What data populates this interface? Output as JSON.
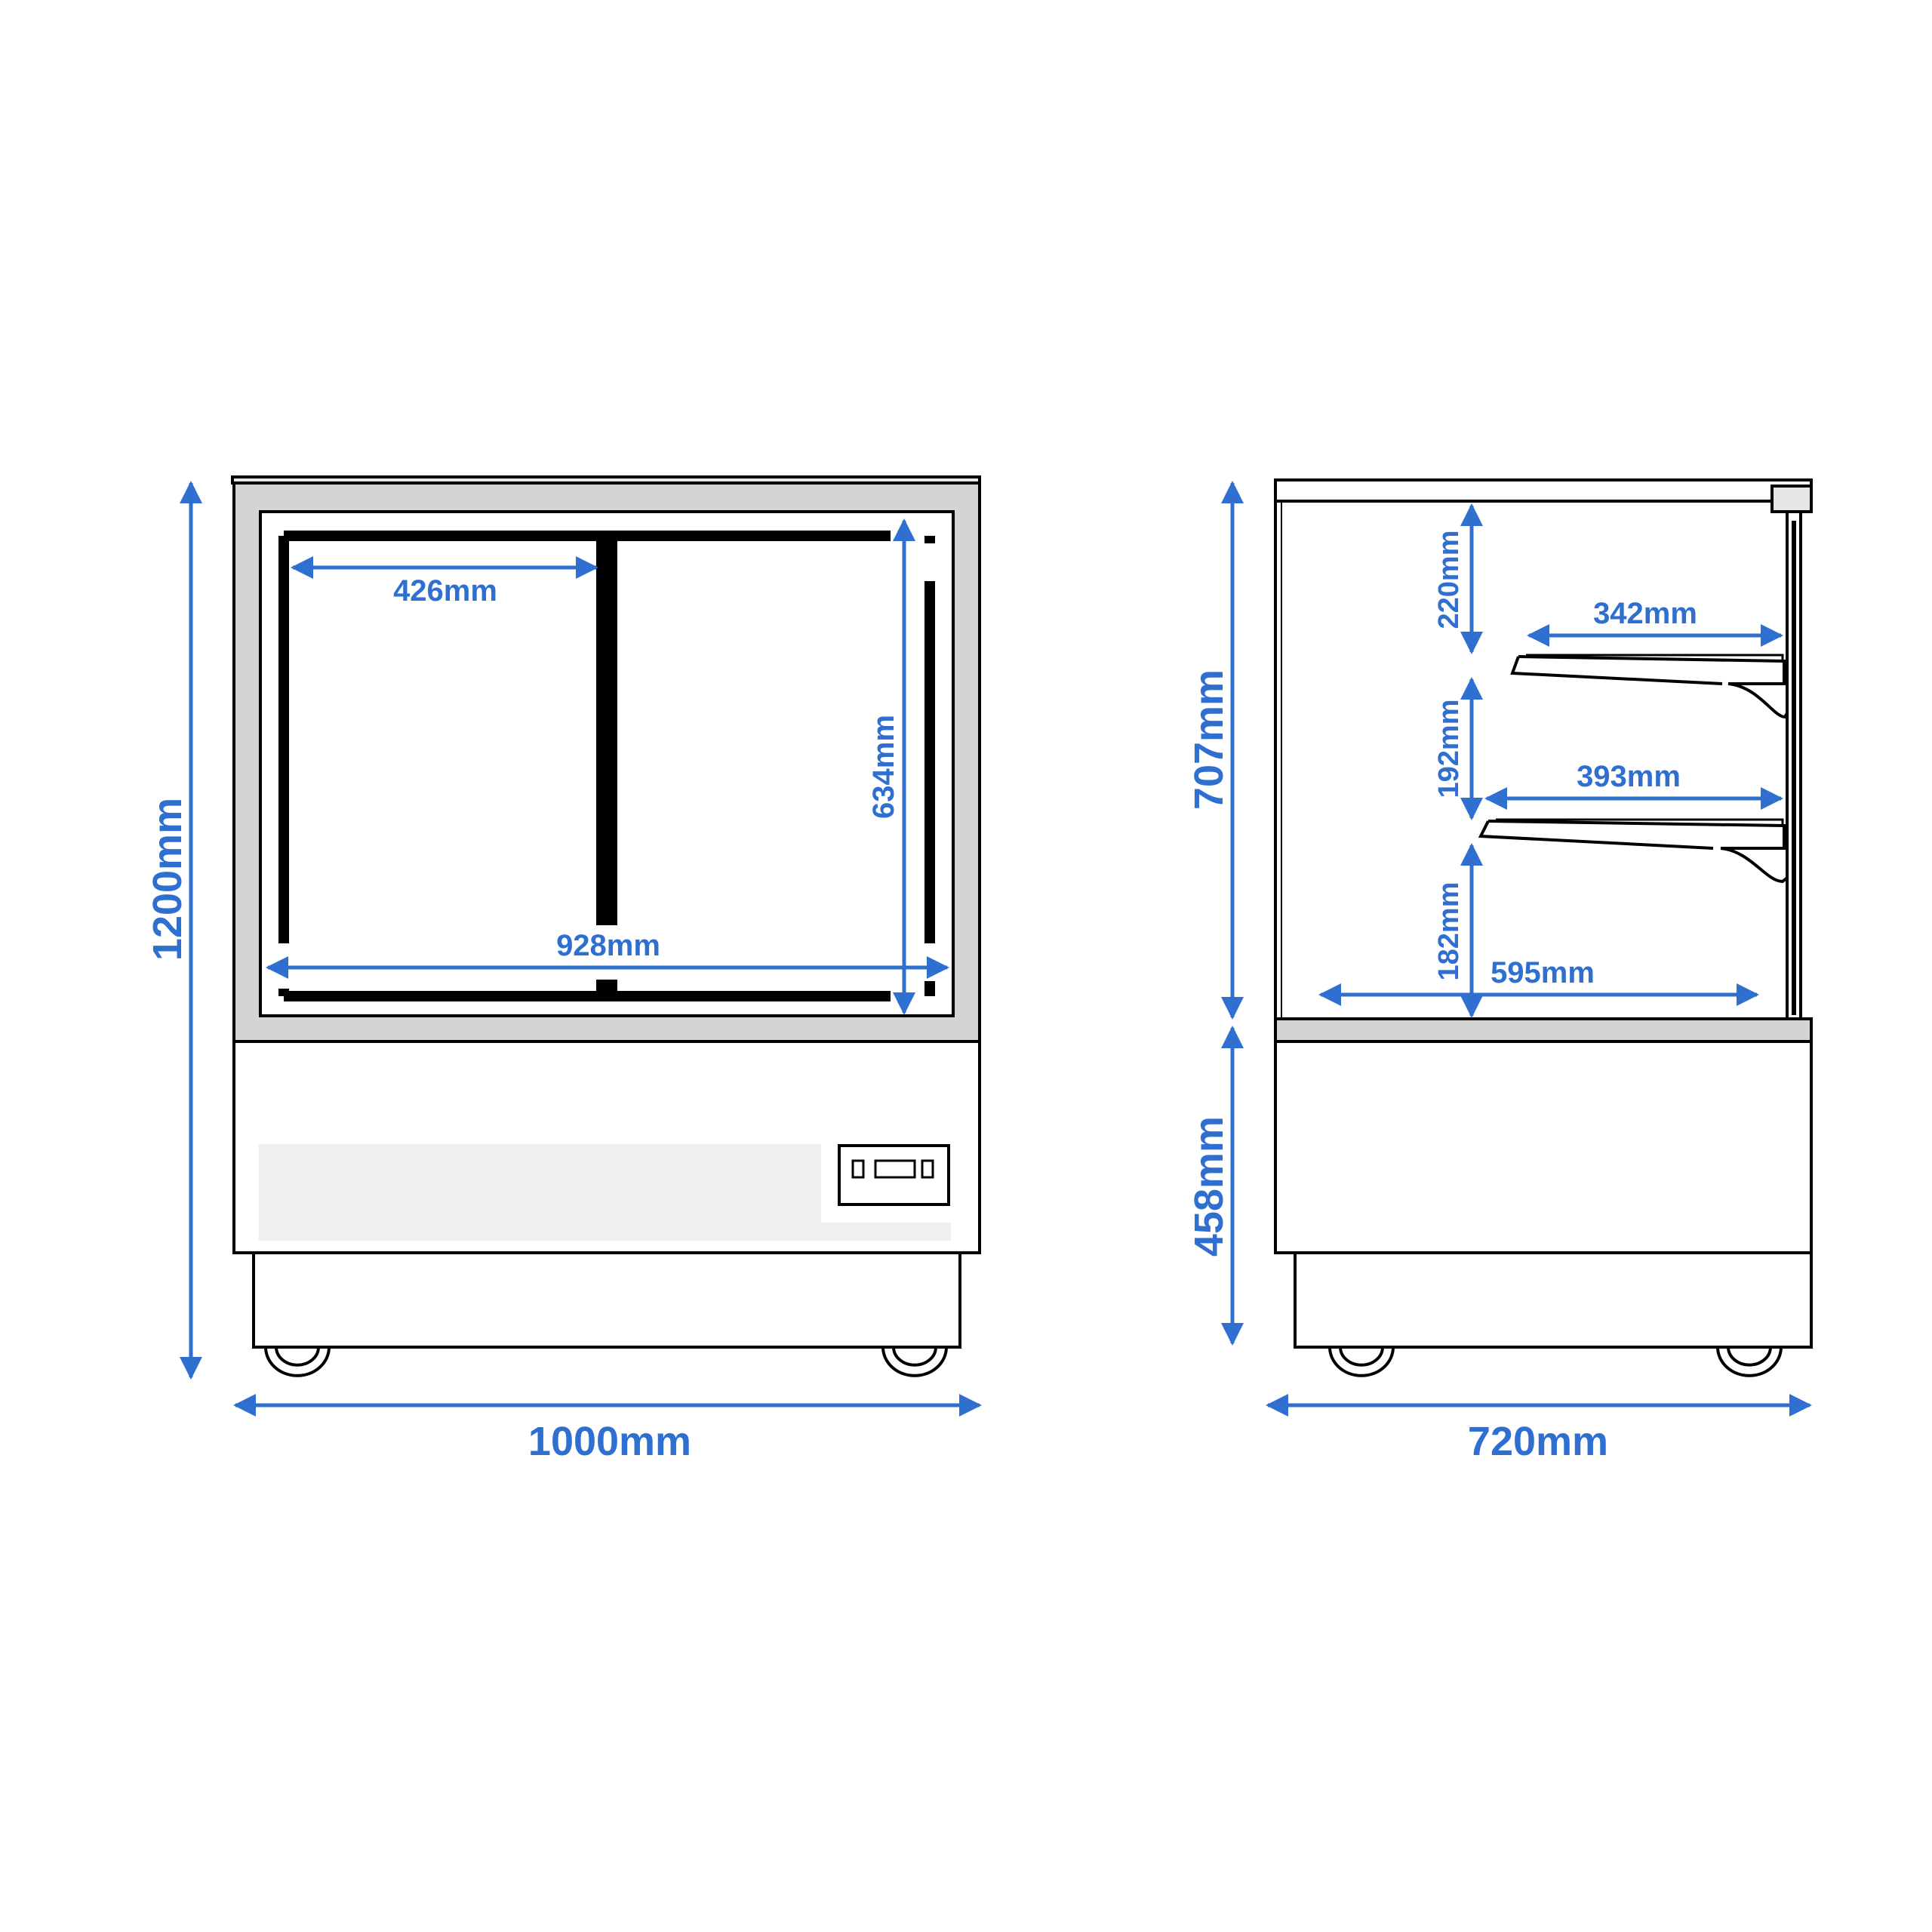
{
  "colors": {
    "dimension": "#2f6fcf",
    "outline": "#000000",
    "frame_fill": "#d4d4d4",
    "panel_fill": "#efefef"
  },
  "front_view": {
    "overall_width": "1000mm",
    "overall_height": "1200mm",
    "glass_width": "928mm",
    "glass_height": "634mm",
    "door_width": "426mm"
  },
  "side_view": {
    "overall_depth": "720mm",
    "display_height": "707mm",
    "base_height": "458mm",
    "gap_top": "220mm",
    "gap_middle": "192mm",
    "gap_bottom": "182mm",
    "shelf_upper_depth": "342mm",
    "shelf_lower_depth": "393mm",
    "floor_depth": "595mm"
  }
}
